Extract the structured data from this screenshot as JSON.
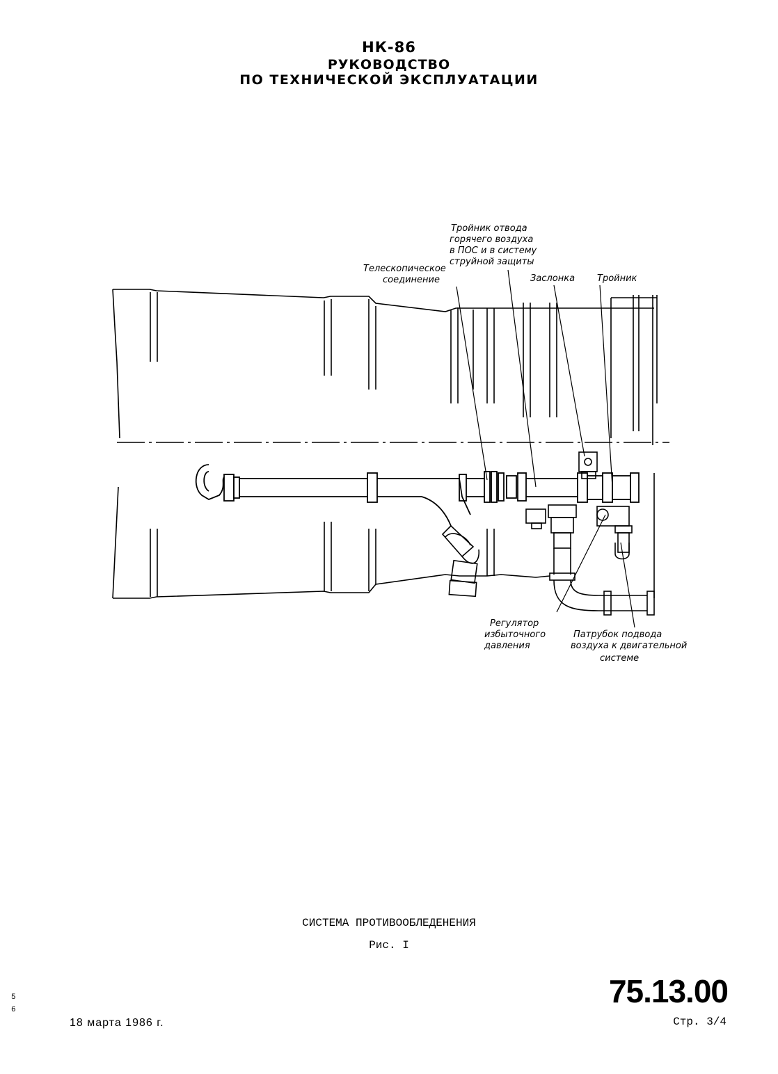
{
  "header": {
    "model": "НК-86",
    "title_line1": "РУКОВОДСТВО",
    "title_line2": "ПО ТЕХНИЧЕСКОЙ ЭКСПЛУАТАЦИИ"
  },
  "figure": {
    "labels": {
      "tee_hot_air_1": "Тройник отвода",
      "tee_hot_air_2": "горячего воздуха",
      "tee_hot_air_3": "в ПОС и в систему",
      "tee_hot_air_4": "струйной защиты",
      "telescopic_1": "Телескопическое",
      "telescopic_2": "соединение",
      "damper": "Заслонка",
      "tee": "Тройник",
      "regulator_1": "Регулятор",
      "regulator_2": "избыточного",
      "regulator_3": "давления",
      "nozzle_1": "Патрубок подвода",
      "nozzle_2": "воздуха к двигательной",
      "nozzle_3": "системе"
    }
  },
  "caption": {
    "system": "СИСТЕМА ПРОТИВООБЛЕДЕНЕНИЯ",
    "figure_no": "Рис. I"
  },
  "footer": {
    "doc_number": "75.13.00",
    "page": "Стр. 3/4",
    "date": "18 марта 1986 г.",
    "margin_mark_top": "5",
    "margin_mark_bottom": "6"
  }
}
